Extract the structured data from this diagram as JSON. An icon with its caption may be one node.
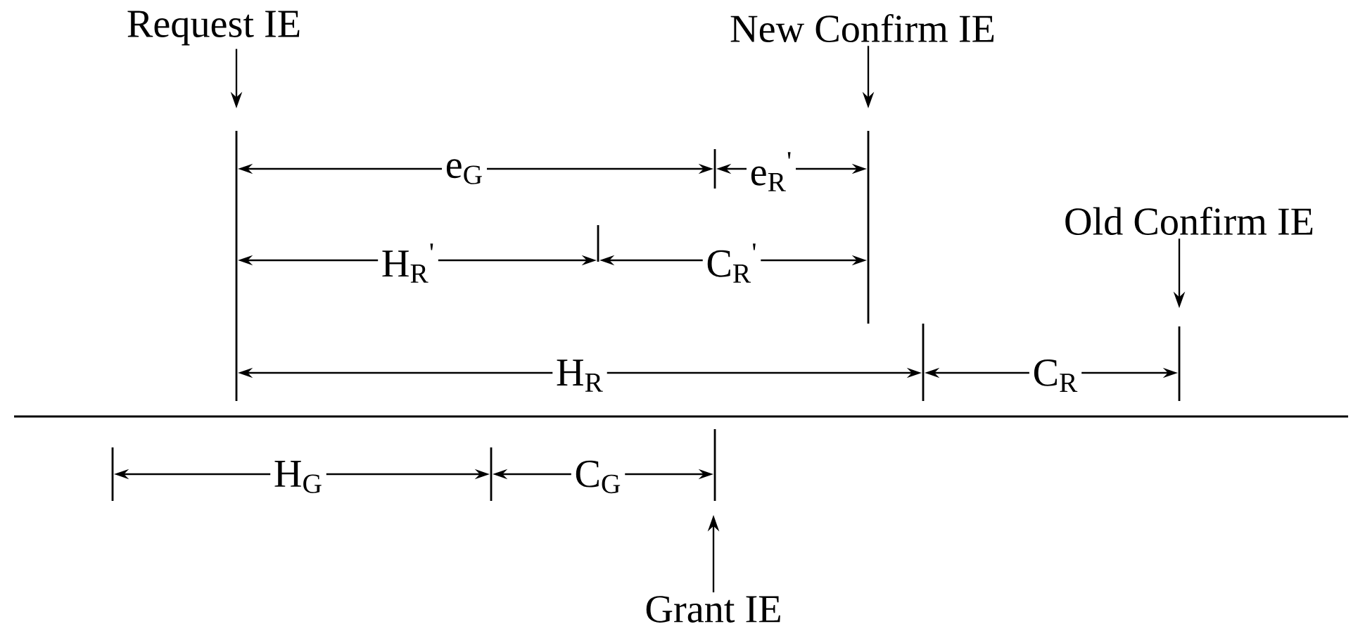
{
  "diagram": {
    "nodes": [
      {
        "text": [
          "Request IE"
        ]
      },
      {
        "text": [
          "New Confirm IE"
        ]
      },
      {
        "text": [
          "Old Confirm IE"
        ]
      },
      {
        "text": [
          "Grant IE"
        ]
      }
    ],
    "edges": [
      {
        "from": 0,
        "to": null,
        "arrow": "to"
      },
      {
        "from": 1,
        "to": null,
        "arrow": "to"
      },
      {
        "from": 2,
        "to": null,
        "arrow": "to"
      },
      {
        "from": 3,
        "to": null,
        "arrow": "to"
      }
    ],
    "labels": [
      "e$_{G}$",
      "e$_{R}$$^{'}$",
      "H$_{R}$$^{'}$",
      "C$_{R}$$^{'}$",
      "H$_{R}$",
      "C$_{R}$",
      "H$_{G}$",
      "C$_{G}$"
    ]
  }
}
